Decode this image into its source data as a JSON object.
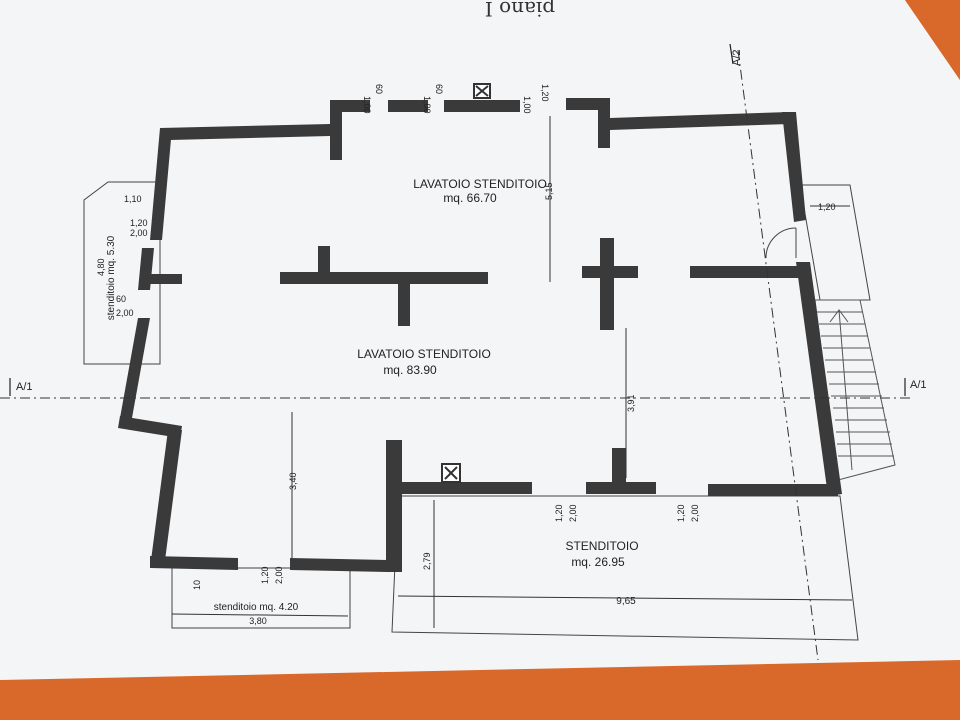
{
  "title_handwritten": "piano I",
  "rooms": [
    {
      "name": "LAVATOIO STENDITOIO",
      "area": "mq. 66.70"
    },
    {
      "name": "LAVATOIO STENDITOIO",
      "area": "mq. 83.90"
    },
    {
      "name": "STENDITOIO",
      "area": "mq. 26.95"
    }
  ],
  "side_labels": {
    "left_balcony": "stenditoio mq. 5.30",
    "bottom_balcony": "stenditoio mq. 4.20"
  },
  "sections": {
    "a2": "A/2",
    "a1_left": "A/1",
    "a1_right": "A/1"
  },
  "dimensions": {
    "d_515": "5,15",
    "d_391": "3,91",
    "d_340": "3,40",
    "d_279": "2,79",
    "d_965": "9,65",
    "d_380": "3,80",
    "d_120_right": "1,20",
    "d_110_left": "1,10",
    "d_120_left": "1,20",
    "d_200_left": "2,00",
    "d_480_left": "4,80",
    "d_60_left": "60",
    "d_200_left_b": "2,00",
    "top_100_a": "1,00",
    "top_60_a": "60",
    "top_100_b": "1,00",
    "top_60_b": "60",
    "top_100_c": "1,00",
    "top_120_c": "1,20",
    "bot_120_a": "1,20",
    "bot_200_a": "2,00",
    "bot_120_b": "1,20",
    "bot_200_b": "2,00",
    "bot_120_c": "1,20",
    "bot_200_c": "2,00",
    "bot_10": "10"
  }
}
